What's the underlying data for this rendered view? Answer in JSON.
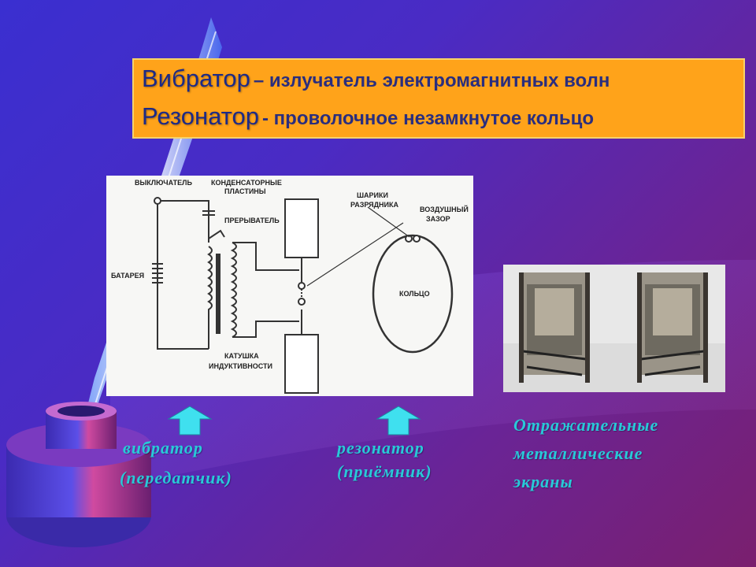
{
  "definitions": [
    {
      "term": "Вибратор",
      "desc": "– излучатель электромагнитных волн"
    },
    {
      "term": "Резонатор",
      "desc": "- проволочное незамкнутое кольцо"
    }
  ],
  "circuit_labels": {
    "switch": "ВЫКЛЮЧАТЕЛЬ",
    "capacitor_1": "КОНДЕНСАТОРНЫЕ",
    "capacitor_2": "ПЛАСТИНЫ",
    "spark_balls_1": "ШАРИКИ",
    "spark_balls_2": "РАЗРЯДНИКА",
    "air_gap_1": "ВОЗДУШНЫЙ",
    "air_gap_2": "ЗАЗОР",
    "interrupter": "ПРЕРЫВАТЕЛЬ",
    "battery": "БАТАРЕЯ",
    "ring": "КОЛЬЦО",
    "coil_1": "КАТУШКА",
    "coil_2": "ИНДУКТИВНОСТИ"
  },
  "captions": {
    "vibrator_1": "вибратор",
    "vibrator_2": "(передатчик)",
    "resonator_1": "резонатор",
    "resonator_2": "(приёмник)",
    "screens_1": "Отражательные",
    "screens_2": "металлические",
    "screens_3": "экраны"
  },
  "colors": {
    "box": "#ffa31a",
    "caption": "#28c9d8",
    "arrow": "#3fe0ef"
  }
}
